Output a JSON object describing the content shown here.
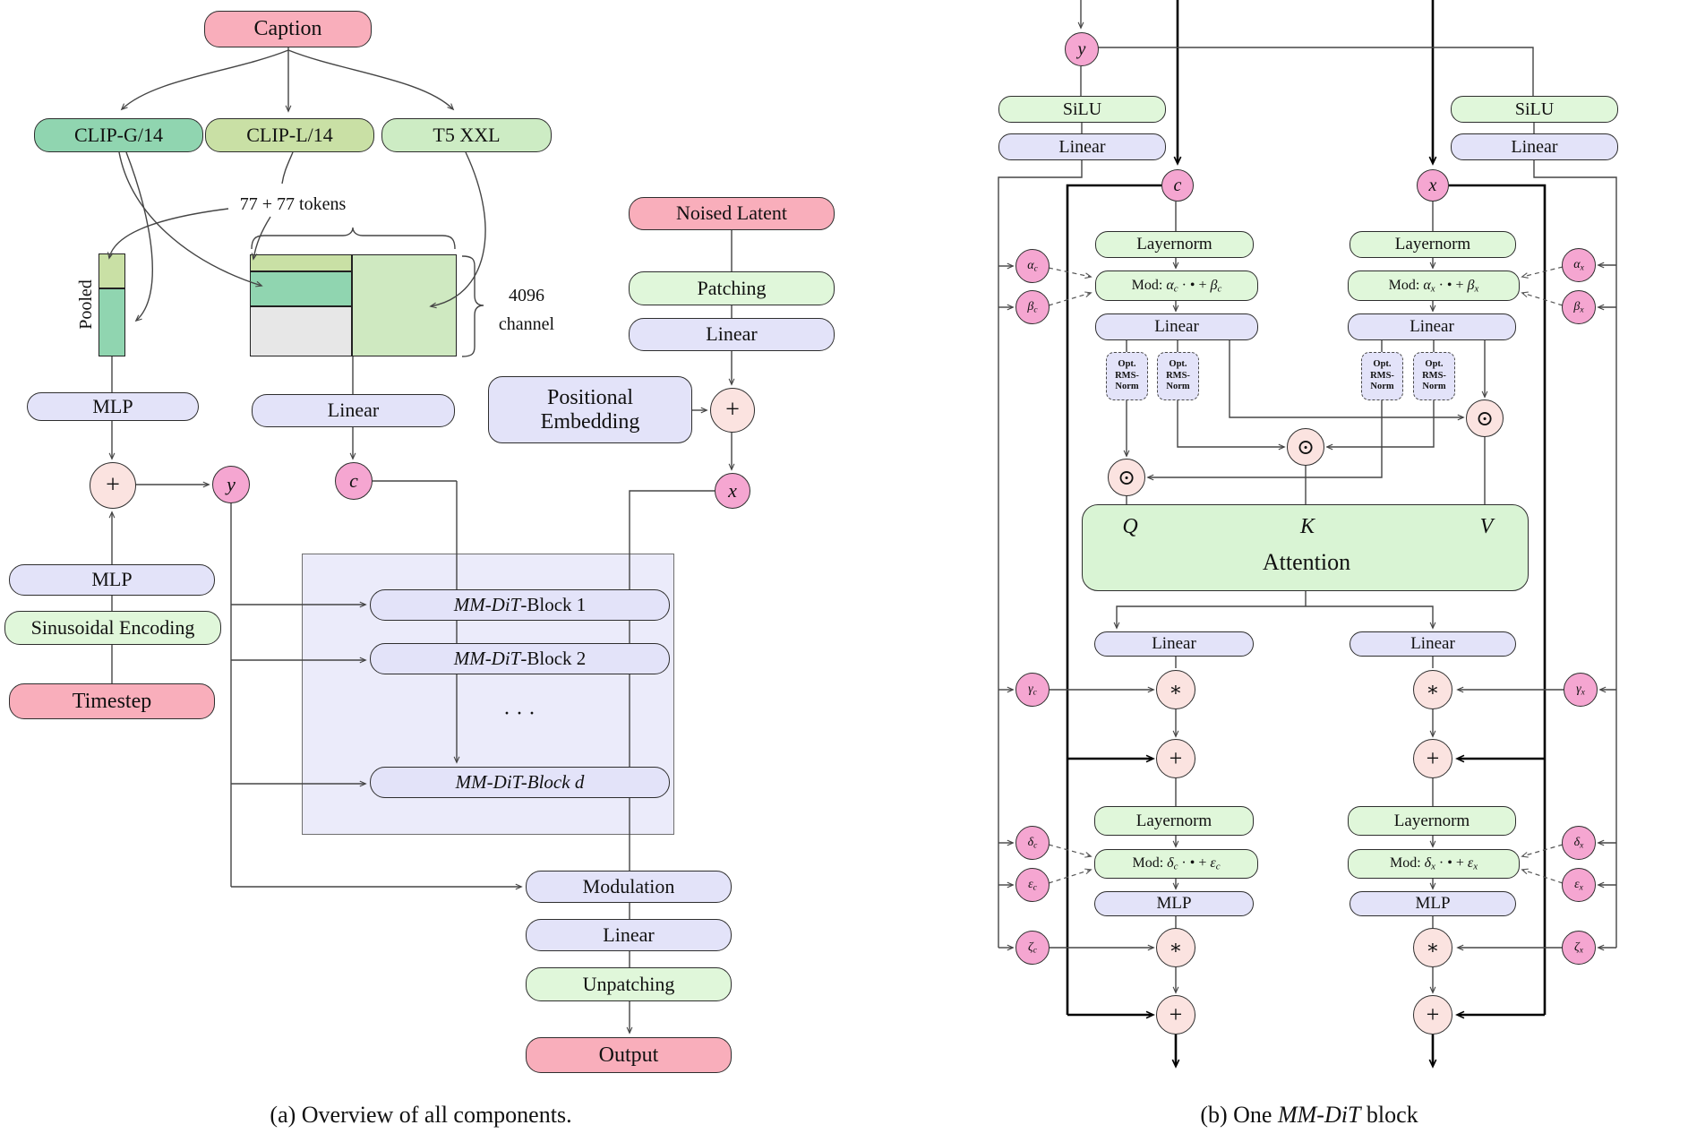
{
  "left": {
    "nodes": {
      "caption": "Caption",
      "clip_g": "CLIP-G/14",
      "clip_l": "CLIP-L/14",
      "t5": "T5 XXL",
      "tokens": "77 + 77 tokens",
      "pooled": "Pooled",
      "ch1": "4096",
      "ch2": "channel",
      "mlp": "MLP",
      "linear": "Linear",
      "noised": "Noised Latent",
      "patching": "Patching",
      "pos1": "Positional",
      "pos2": "Embedding",
      "plus": "+",
      "y": "y",
      "c": "c",
      "x": "x",
      "sinusoidal": "Sinusoidal Encoding",
      "timestep": "Timestep",
      "block_it": "MM-DiT",
      "block1": "-Block 1",
      "block2": "-Block 2",
      "blockd": "-Block d",
      "dots": "· · ·",
      "modulation": "Modulation",
      "unpatching": "Unpatching",
      "output": "Output"
    },
    "caption_label": "(a) Overview of all components."
  },
  "right": {
    "nodes": {
      "silu": "SiLU",
      "linear": "Linear",
      "layernorm": "Layernorm",
      "mlp": "MLP",
      "y": "y",
      "c": "c",
      "x": "x",
      "q": "Q",
      "k": "K",
      "v": "V",
      "attention": "Attention",
      "mul": "∗",
      "add": "+",
      "dot": "⊙",
      "mod_prefix": "Mod: ",
      "mod_mid": " · • + ",
      "rms1": "Opt.",
      "rms2": "RMS-",
      "rms3": "Norm"
    },
    "greeks": {
      "alpha": "α",
      "beta": "β",
      "gamma": "γ",
      "delta": "δ",
      "epsilon": "ε",
      "zeta": "ζ",
      "sub_c": "c",
      "sub_x": "x"
    },
    "caption_pre": "(b) One ",
    "caption_it": "MM-DiT",
    "caption_post": " block"
  },
  "colors": {
    "pink_box": "#f9aebb",
    "teal": "#90d5b0",
    "yellow_green": "#c9e0a5",
    "t5_green": "#cdecc4",
    "t5_block": "#cfe9c1",
    "gray_block": "#e7e7e7",
    "lavender": "#e3e3f9",
    "container": "#ebebfa",
    "light_green_box": "#e0f7da",
    "attention_green": "#d9f4d4",
    "pink_circle": "#f5a6d1",
    "op_circle": "#fbe3e0"
  }
}
